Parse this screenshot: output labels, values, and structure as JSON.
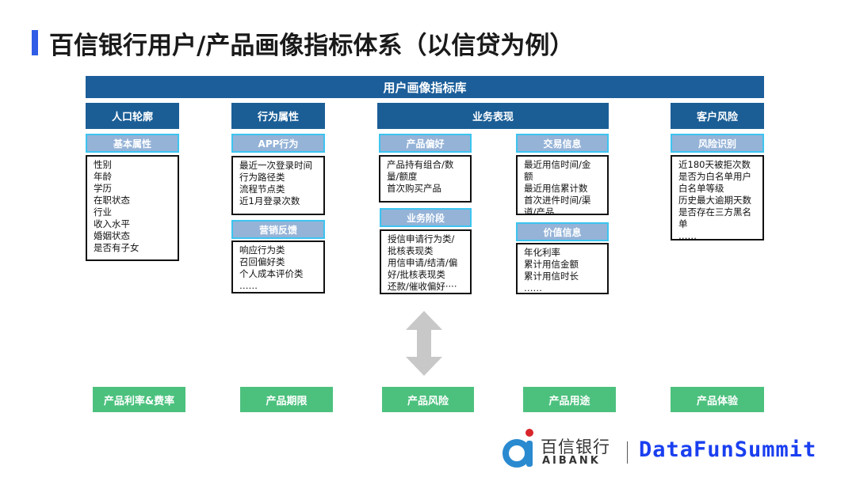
{
  "title": "百信银行用户/产品画像指标体系（以信贷为例）",
  "library": "用户画像指标库",
  "categories": {
    "demographics": "人口轮廓",
    "behavior": "行为属性",
    "business": "业务表现",
    "risk": "客户风险"
  },
  "groups": {
    "basic": {
      "label": "基本属性",
      "items": [
        "性别",
        "年龄",
        "学历",
        "在职状态",
        "行业",
        "收入水平",
        "婚姻状态",
        "是否有子女",
        "……"
      ]
    },
    "app": {
      "label": "APP行为",
      "items": [
        "最近一次登录时间",
        "行为路径类",
        "流程节点类",
        "近1月登录次数",
        "……"
      ]
    },
    "marketing": {
      "label": "营销反馈",
      "items": [
        "响应行为类",
        "召回偏好类",
        "个人成本评价类",
        "……"
      ]
    },
    "product_pref": {
      "label": "产品偏好",
      "items": [
        "产品持有组合/数",
        "量/额度",
        "首次购买产品",
        "……"
      ]
    },
    "stage": {
      "label": "业务阶段",
      "items": [
        "授信申请行为类/",
        "批核表现类",
        "用信申请/结清/偏",
        "好/批核表现类",
        "还款/催收偏好····"
      ]
    },
    "trade": {
      "label": "交易信息",
      "items": [
        "最近用信时间/金",
        "额",
        "最近用信累计数",
        "首次进件时间/渠",
        "道/产品……"
      ]
    },
    "value": {
      "label": "价值信息",
      "items": [
        "年化利率",
        "累计用信金额",
        "累计用信时长",
        "……"
      ]
    },
    "risk_id": {
      "label": "风险识别",
      "items": [
        "近180天被拒次数",
        "是否为白名单用户",
        "白名单等级",
        "历史最大逾期天数",
        "是否存在三方黑名",
        "单",
        "……"
      ]
    }
  },
  "products": [
    "产品利率&费率",
    "产品期限",
    "产品风险",
    "产品用途",
    "产品体验"
  ],
  "footer": {
    "bank_cn": "百信银行",
    "bank_en": "AIBANK",
    "summit": "DataFunSummit"
  },
  "colors": {
    "primary": "#1b5e96",
    "sub": "#95b3d7",
    "sub_border": "#3cc4f0",
    "green": "#4cc17e",
    "accent": "#2f5de6"
  }
}
